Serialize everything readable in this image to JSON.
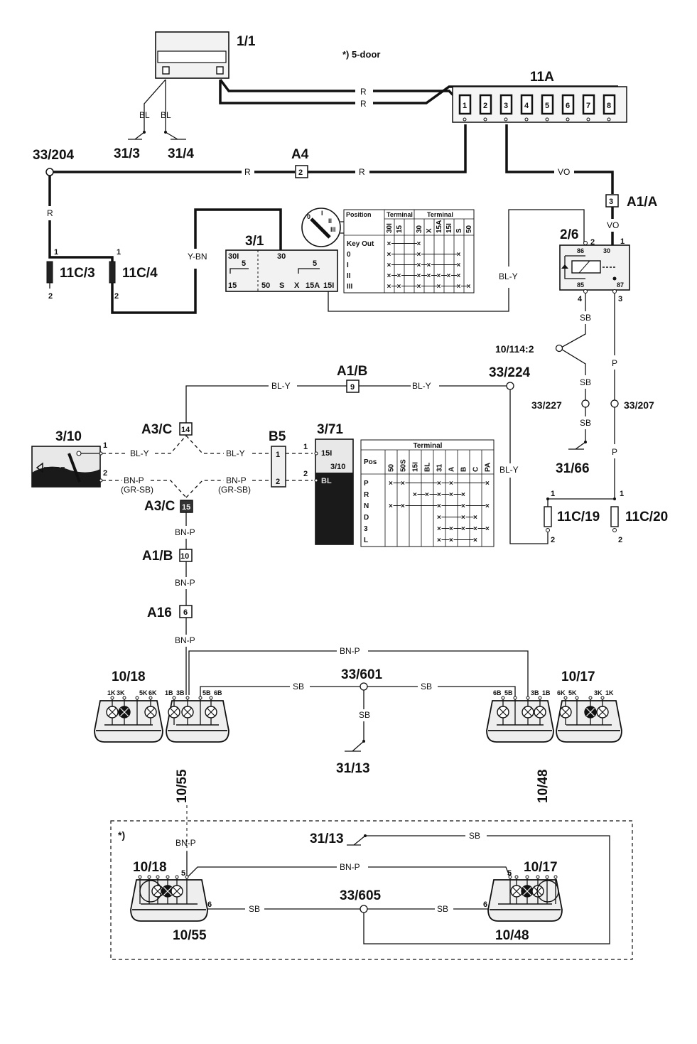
{
  "note": "*) 5-door",
  "components": {
    "c1_1": "1/1",
    "c11A": "11A",
    "c33_204": "33/204",
    "c31_3": "31/3",
    "c31_4": "31/4",
    "cA4": "A4",
    "cA4_pin": "2",
    "cA1A": "A1/A",
    "cA1A_pin": "3",
    "c11C3": "11C/3",
    "c11C4": "11C/4",
    "c3_1": "3/1",
    "c2_6": "2/6",
    "c10_114": "10/114:2",
    "c33_224": "33/224",
    "c33_227": "33/227",
    "c33_207": "33/207",
    "c31_66": "31/66",
    "cA1B_top": "A1/B",
    "cA1B_top_pin": "9",
    "c3_10": "3/10",
    "cA3C_top": "A3/C",
    "cA3C_top_pin": "14",
    "cA3C_bot": "A3/C",
    "cA3C_bot_pin": "15",
    "cB5": "B5",
    "cB5_pin1": "1",
    "cB5_pin2": "2",
    "c3_71": "3/71",
    "c3_71_inner": "3/10",
    "c3_71_t1": "15I",
    "c3_71_t2": "BL",
    "c11C19": "11C/19",
    "c11C20": "11C/20",
    "cA1B_bot": "A1/B",
    "cA1B_bot_pin": "10",
    "cA16": "A16",
    "cA16_pin": "6",
    "c10_18": "10/18",
    "c10_55": "10/55",
    "c33_601": "33/601",
    "c31_13": "31/13",
    "c10_48": "10/48",
    "c10_17": "10/17",
    "c33_605": "33/605",
    "c5door_mark": "*)"
  },
  "fuse_pins": [
    "1",
    "2",
    "3",
    "4",
    "5",
    "6",
    "7",
    "8"
  ],
  "wires": {
    "R": "R",
    "BL": "BL",
    "VO": "VO",
    "Y_BN": "Y-BN",
    "BL_Y": "BL-Y",
    "SB": "SB",
    "P": "P",
    "BN_P": "BN-P",
    "GR_SB": "(GR-SB)"
  },
  "pins": {
    "p1": "1",
    "p2": "2",
    "p3": "3",
    "p4": "4",
    "p5": "5",
    "p6": "6"
  },
  "ignition_switch": {
    "terminals_top": [
      "30I",
      "30",
      "5"
    ],
    "terminals_mid": [
      "5"
    ],
    "terminals_bottom": [
      "15",
      "50",
      "S",
      "X",
      "15A",
      "15I"
    ],
    "dial_marks": [
      "0",
      "I",
      "II",
      "III"
    ]
  },
  "relay_2_6": {
    "t86": "86",
    "t30": "30",
    "t85": "85",
    "t87": "87"
  },
  "ignition_table": {
    "header_pos": "Position",
    "header_group1": "Terminal",
    "header_group2": "Terminal",
    "cols": [
      "30I",
      "15",
      "",
      "30",
      "X",
      "15A",
      "15I",
      "S",
      "50"
    ],
    "rows": [
      {
        "pos": "Key Out",
        "marks": [
          "X",
          "",
          "",
          "X",
          "",
          "",
          "",
          "",
          ""
        ]
      },
      {
        "pos": "0",
        "marks": [
          "X",
          "",
          "",
          "X",
          "",
          "",
          "",
          "X",
          ""
        ]
      },
      {
        "pos": "I",
        "marks": [
          "X",
          "",
          "",
          "X",
          "X",
          "",
          "",
          "X",
          ""
        ]
      },
      {
        "pos": "II",
        "marks": [
          "X",
          "X",
          "",
          "X",
          "X",
          "X",
          "X",
          "X",
          ""
        ]
      },
      {
        "pos": "III",
        "marks": [
          "X",
          "X",
          "",
          "X",
          "",
          "X",
          "",
          "X",
          "X"
        ]
      }
    ]
  },
  "gear_table": {
    "header": "Terminal",
    "header_pos": "Pos",
    "cols": [
      "50",
      "50S",
      "15I",
      "BL",
      "31",
      "A",
      "B",
      "C",
      "PA"
    ],
    "rows": [
      {
        "pos": "P",
        "marks": [
          "X",
          "X",
          "",
          "",
          "X",
          "X",
          "",
          "",
          "X"
        ]
      },
      {
        "pos": "R",
        "marks": [
          "",
          "",
          "X",
          "X",
          "X",
          "X",
          "X",
          "",
          ""
        ]
      },
      {
        "pos": "N",
        "marks": [
          "X",
          "X",
          "",
          "",
          "X",
          "",
          "X",
          "",
          "X"
        ]
      },
      {
        "pos": "D",
        "marks": [
          "",
          "",
          "",
          "",
          "X",
          "",
          "X",
          "X",
          ""
        ]
      },
      {
        "pos": "3",
        "marks": [
          "",
          "",
          "",
          "",
          "X",
          "X",
          "X",
          "X",
          "X"
        ]
      },
      {
        "pos": "L",
        "marks": [
          "",
          "",
          "",
          "",
          "X",
          "X",
          "",
          "X",
          ""
        ]
      }
    ]
  },
  "lamp_terminals": {
    "l10_18": [
      "1K",
      "3K",
      "5K",
      "6K"
    ],
    "l10_55": [
      "1B",
      "3B",
      "5B",
      "6B"
    ],
    "l10_48": [
      "6B",
      "5B",
      "3B",
      "1B"
    ],
    "l10_17": [
      "6K",
      "5K",
      "3K",
      "1K"
    ]
  }
}
